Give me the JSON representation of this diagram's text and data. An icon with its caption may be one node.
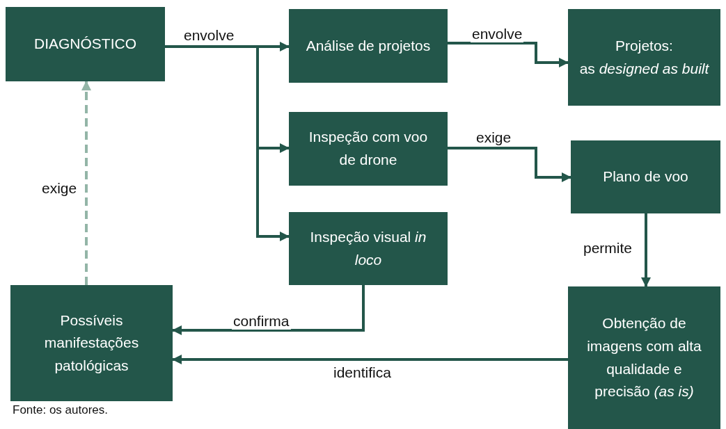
{
  "diagram": {
    "nodes": [
      {
        "text": [
          "DIAGNÓSTICO"
        ]
      },
      {
        "text": [
          "Análise de projetos"
        ]
      },
      {
        "text": [
          "Projetos:",
          "as *designed as built*"
        ]
      },
      {
        "text": [
          "Inspeção com voo de drone"
        ]
      },
      {
        "text": [
          "Plano de voo"
        ]
      },
      {
        "text": [
          "Inspeção visual *in loco*"
        ]
      },
      {
        "text": [
          "Possíveis manifestações patológicas"
        ]
      },
      {
        "text": [
          "Obtenção de imagens com alta qualidade e precisão *(as is)*"
        ]
      }
    ],
    "edges": [
      {
        "from": 0,
        "to": 1,
        "arrow": "to",
        "label": "envolve"
      },
      {
        "from": 0,
        "to": 3,
        "arrow": "to"
      },
      {
        "from": 0,
        "to": 5,
        "arrow": "to"
      },
      {
        "from": 1,
        "to": 2,
        "arrow": "to",
        "label": "envolve"
      },
      {
        "from": 3,
        "to": 4,
        "arrow": "to",
        "label": "exige"
      },
      {
        "from": 4,
        "to": 7,
        "arrow": "to",
        "label": "permite"
      },
      {
        "from": 5,
        "to": 6,
        "arrow": "to",
        "label": "confirma"
      },
      {
        "from": 7,
        "to": 6,
        "arrow": "to",
        "label": "identifica"
      },
      {
        "from": 6,
        "to": 0,
        "arrow": "to",
        "label": "exige",
        "style": "dashed",
        "color": "#93b5a7"
      }
    ],
    "labels": [
      "Fonte: os autores."
    ]
  }
}
